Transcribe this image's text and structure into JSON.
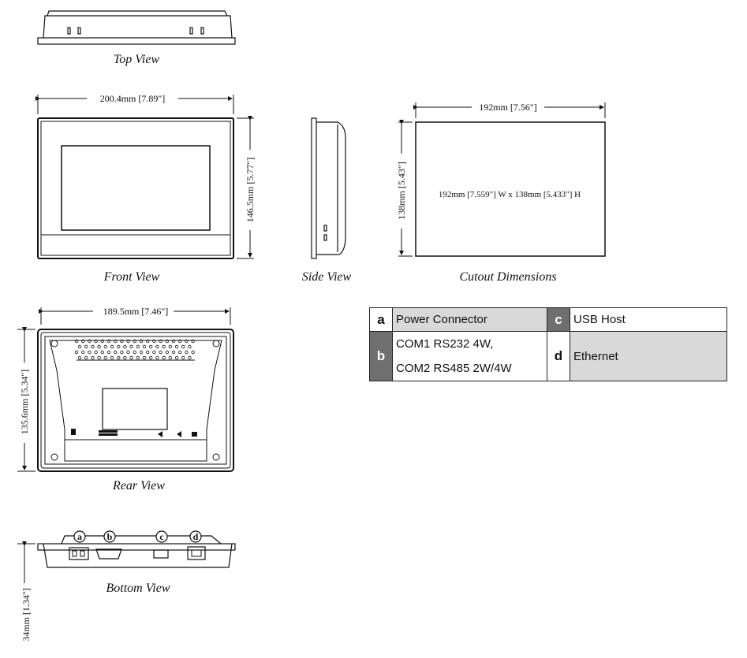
{
  "views": {
    "top": "Top View",
    "front": "Front View",
    "side": "Side View",
    "cutout": "Cutout Dimensions",
    "rear": "Rear View",
    "bottom": "Bottom View"
  },
  "dimensions": {
    "front_width": "200.4mm [7.89\"]",
    "front_height": "146.5mm [5.77\"]",
    "cutout_width": "192mm [7.56\"]",
    "cutout_height": "138mm [5.43\"]",
    "cutout_note": "192mm [7.559\"] W x 138mm [5.433\"] H",
    "rear_width": "189.5mm [7.46\"]",
    "rear_height": "135.6mm [5.34\"]",
    "bottom_depth": "34mm [1.34\"]"
  },
  "port_markers": [
    "a",
    "b",
    "c",
    "d"
  ],
  "legend": {
    "a": {
      "key": "a",
      "label": "Power Connector"
    },
    "b": {
      "key": "b",
      "line1": "COM1 RS232 4W,",
      "line2": "COM2 RS485 2W/4W"
    },
    "c": {
      "key": "c",
      "label": "USB Host"
    },
    "d": {
      "key": "d",
      "label": "Ethernet"
    }
  },
  "colors": {
    "legend_dark": "#6f6f6f",
    "legend_shade": "#d9d9d9",
    "line": "#111111"
  }
}
